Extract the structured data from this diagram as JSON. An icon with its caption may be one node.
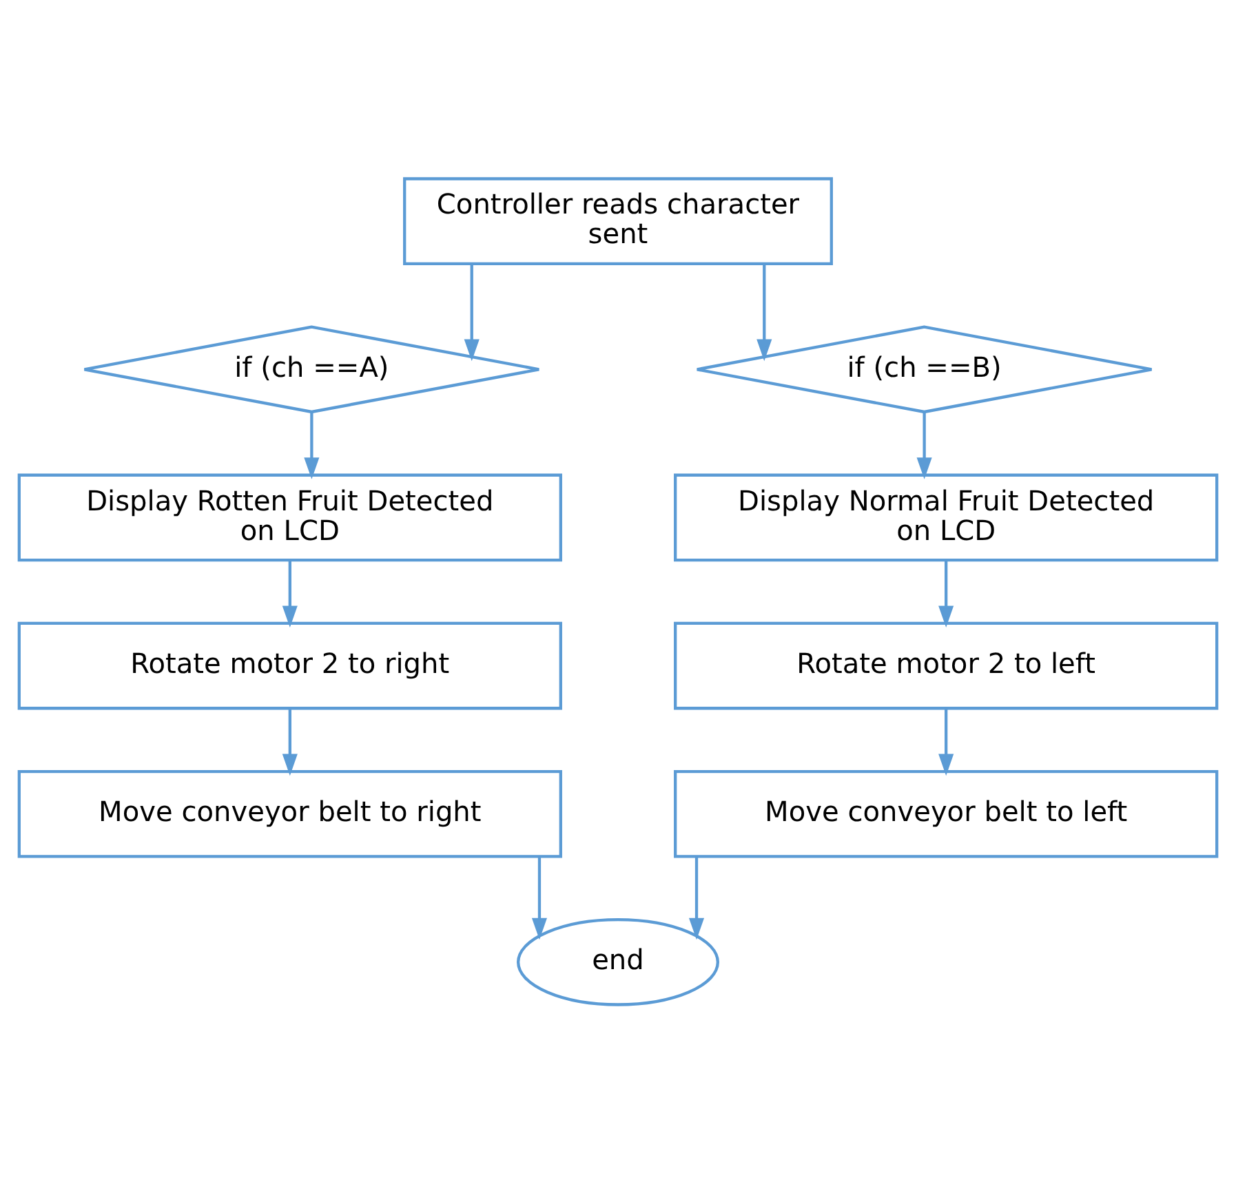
{
  "diagram": {
    "nodes": [
      {
        "text": [
          "Controller reads character sent"
        ]
      },
      {
        "text": [
          "if (ch ==A)"
        ]
      },
      {
        "text": [
          "if (ch ==B)"
        ]
      },
      {
        "text": [
          "Display Rotten Fruit Detected on LCD"
        ]
      },
      {
        "text": [
          "Display Normal Fruit Detected on LCD"
        ]
      },
      {
        "text": [
          "Rotate motor 2 to right"
        ]
      },
      {
        "text": [
          "Rotate motor 2 to left"
        ]
      },
      {
        "text": [
          "Move conveyor belt to right"
        ]
      },
      {
        "text": [
          "Move conveyor belt to left"
        ]
      },
      {
        "text": [
          "end"
        ]
      }
    ],
    "edges": [
      {
        "from": 0,
        "to": 1,
        "arrow": "to"
      },
      {
        "from": 0,
        "to": 2,
        "arrow": "to"
      },
      {
        "from": 1,
        "to": 3,
        "arrow": "to"
      },
      {
        "from": 2,
        "to": 4,
        "arrow": "to"
      },
      {
        "from": 3,
        "to": 5,
        "arrow": "to"
      },
      {
        "from": 4,
        "to": 6,
        "arrow": "to"
      },
      {
        "from": 5,
        "to": 7,
        "arrow": "to"
      },
      {
        "from": 6,
        "to": 8,
        "arrow": "to"
      },
      {
        "from": 7,
        "to": 9,
        "arrow": "to"
      },
      {
        "from": 8,
        "to": 9,
        "arrow": "to"
      }
    ]
  }
}
